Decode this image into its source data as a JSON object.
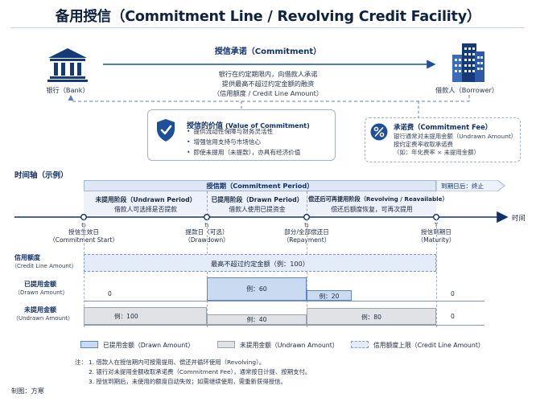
{
  "title": "备用授信（Commitment Line / Revolving Credit Facility）",
  "bank": {
    "label": "银行（Bank）"
  },
  "borrower": {
    "label": "借款人（Borrower）"
  },
  "commitment": {
    "title": "授信承诺（Commitment）",
    "lines": [
      "银行在约定期限内，向借款人承诺",
      "提供最高不超过约定金额的融资",
      "（信用额度 / Credit Line Amount）"
    ]
  },
  "value_card": {
    "title": "授信的价值",
    "title_en": "(Value of Commitment)",
    "bullets": [
      "提供流动性保障与财务灵活性",
      "增强信用支持与市场信心",
      "即使未提用（未提款），亦具有经济价值"
    ]
  },
  "fee_card": {
    "title": "承诺费（Commitment Fee）",
    "lines": [
      "银行通常对未提用金额（Undrawn Amount）",
      "按约定费率收取承诺费",
      "（如：年化费率 × 未提用金额）"
    ]
  },
  "timeline": {
    "heading": "时间轴（示例）",
    "period_label": "授信期（Commitment Period）",
    "after_label": "到期日后：终止",
    "axis_label": "时间",
    "segments": [
      {
        "title": "未提用阶段（Undrawn Period）",
        "desc": "借款人可选择是否提款"
      },
      {
        "title": "已提用阶段（Drawn Period）",
        "desc": "借款人使用已提资金"
      },
      {
        "title": "偿还后可再提用阶段（Revolving / Reavailable）",
        "desc": "偿还后额度恢复，可再次提用"
      }
    ],
    "ticks": [
      {
        "t": "t₀",
        "label": "授信生效日",
        "sub": "（Commitment Start）"
      },
      {
        "t": "t₁",
        "label": "提款日（可选）",
        "sub": "（Drawdown）"
      },
      {
        "t": "t₂",
        "label": "部分/全部偿还日",
        "sub": "（Repayment）"
      },
      {
        "t": "T",
        "label": "授信到期日",
        "sub": "（Maturity）"
      }
    ]
  },
  "rows": {
    "credit_line": {
      "label": "信用额度",
      "sub": "（Credit Line Amount）",
      "bar_text": "最高不超过约定金额（例：100）"
    },
    "drawn": {
      "label": "已提用金额",
      "sub": "（Drawn Amount）",
      "start": "0",
      "peak": "例：60",
      "after": "例：20",
      "end": "0"
    },
    "undrawn": {
      "label": "未提用金额",
      "sub": "（Undrawn Amount）",
      "start": "例：100",
      "mid": "例：40",
      "after": "例：80",
      "end": "0"
    }
  },
  "chart_data": {
    "type": "area",
    "x": [
      "t₀",
      "t₁",
      "t₂",
      "T"
    ],
    "series": [
      {
        "name": "已提用金额（Drawn Amount）",
        "values": [
          0,
          60,
          20,
          0
        ]
      },
      {
        "name": "未提用金额（Undrawn Amount）",
        "values": [
          100,
          40,
          80,
          0
        ]
      },
      {
        "name": "信用额度上限（Credit Line Amount）",
        "values": [
          100,
          100,
          100,
          100
        ]
      }
    ]
  },
  "legend": {
    "drawn": "已提用金额（Drawn Amount）",
    "undrawn": "未提用金额（Undrawn Amount）",
    "limit": "信用额度上限（Credit Line Amount）"
  },
  "notes": {
    "prefix": "注：",
    "items": [
      "1.  借款人在授信期内可按需提用、偿还并循环使用（Revolving）。",
      "2.  银行对未提用金额收取承诺费（Commitment Fee），通常按日计提、按期支付。",
      "3.  授信到期后，未使用的额度自动失效；如需继续使用，需重新获得授信。"
    ]
  },
  "credit": "制图：方寒",
  "colors": {
    "navy": "#10316b",
    "drawn_fill": "#c9daf1",
    "undrawn_fill": "#e0e2e6",
    "limit_fill": "#e3ecf8"
  }
}
